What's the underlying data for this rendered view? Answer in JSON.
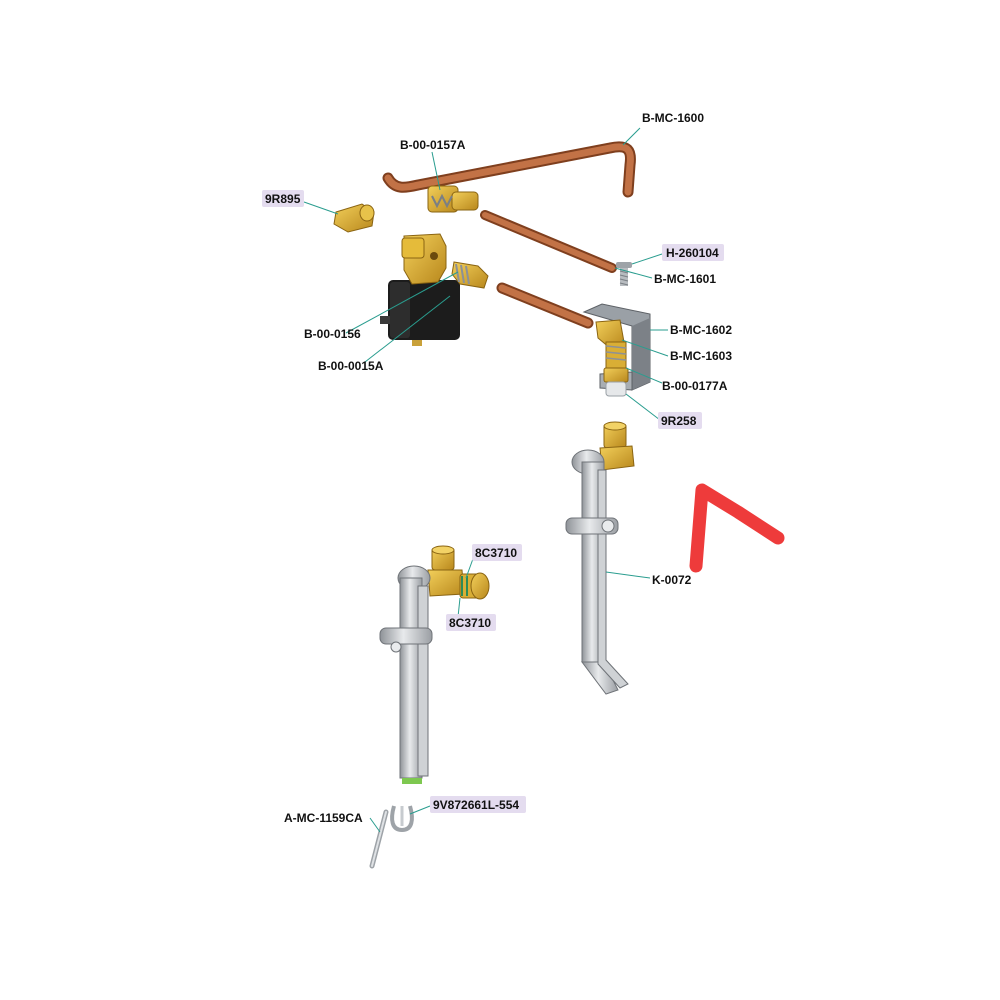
{
  "colors": {
    "copper": "#b8663a",
    "brass": "#d4a72c",
    "steel": "#b8bcc0",
    "coil": "#1c1c1c",
    "bracket": "#8e9297",
    "leader": "#2a9d8f",
    "highlight": "#e4dcef",
    "arrow": "#ee3b3b"
  },
  "labels": {
    "b_mc_1600": "B-MC-1600",
    "b_00_0157a": "B-00-0157A",
    "r9_895": "9R895",
    "h_260104": "H-260104",
    "b_mc_1601": "B-MC-1601",
    "b_00_0156": "B-00-0156",
    "b_00_0015a": "B-00-0015A",
    "b_mc_1602": "B-MC-1602",
    "b_mc_1603": "B-MC-1603",
    "b_00_0177a": "B-00-0177A",
    "r9_258": "9R258",
    "k_0072": "K-0072",
    "c8_3710_top": "8C3710",
    "c8_3710_bottom": "8C3710",
    "a_mc_1159ca": "A-MC-1159CA",
    "v9_872661l_554": "9V872661L-554"
  }
}
